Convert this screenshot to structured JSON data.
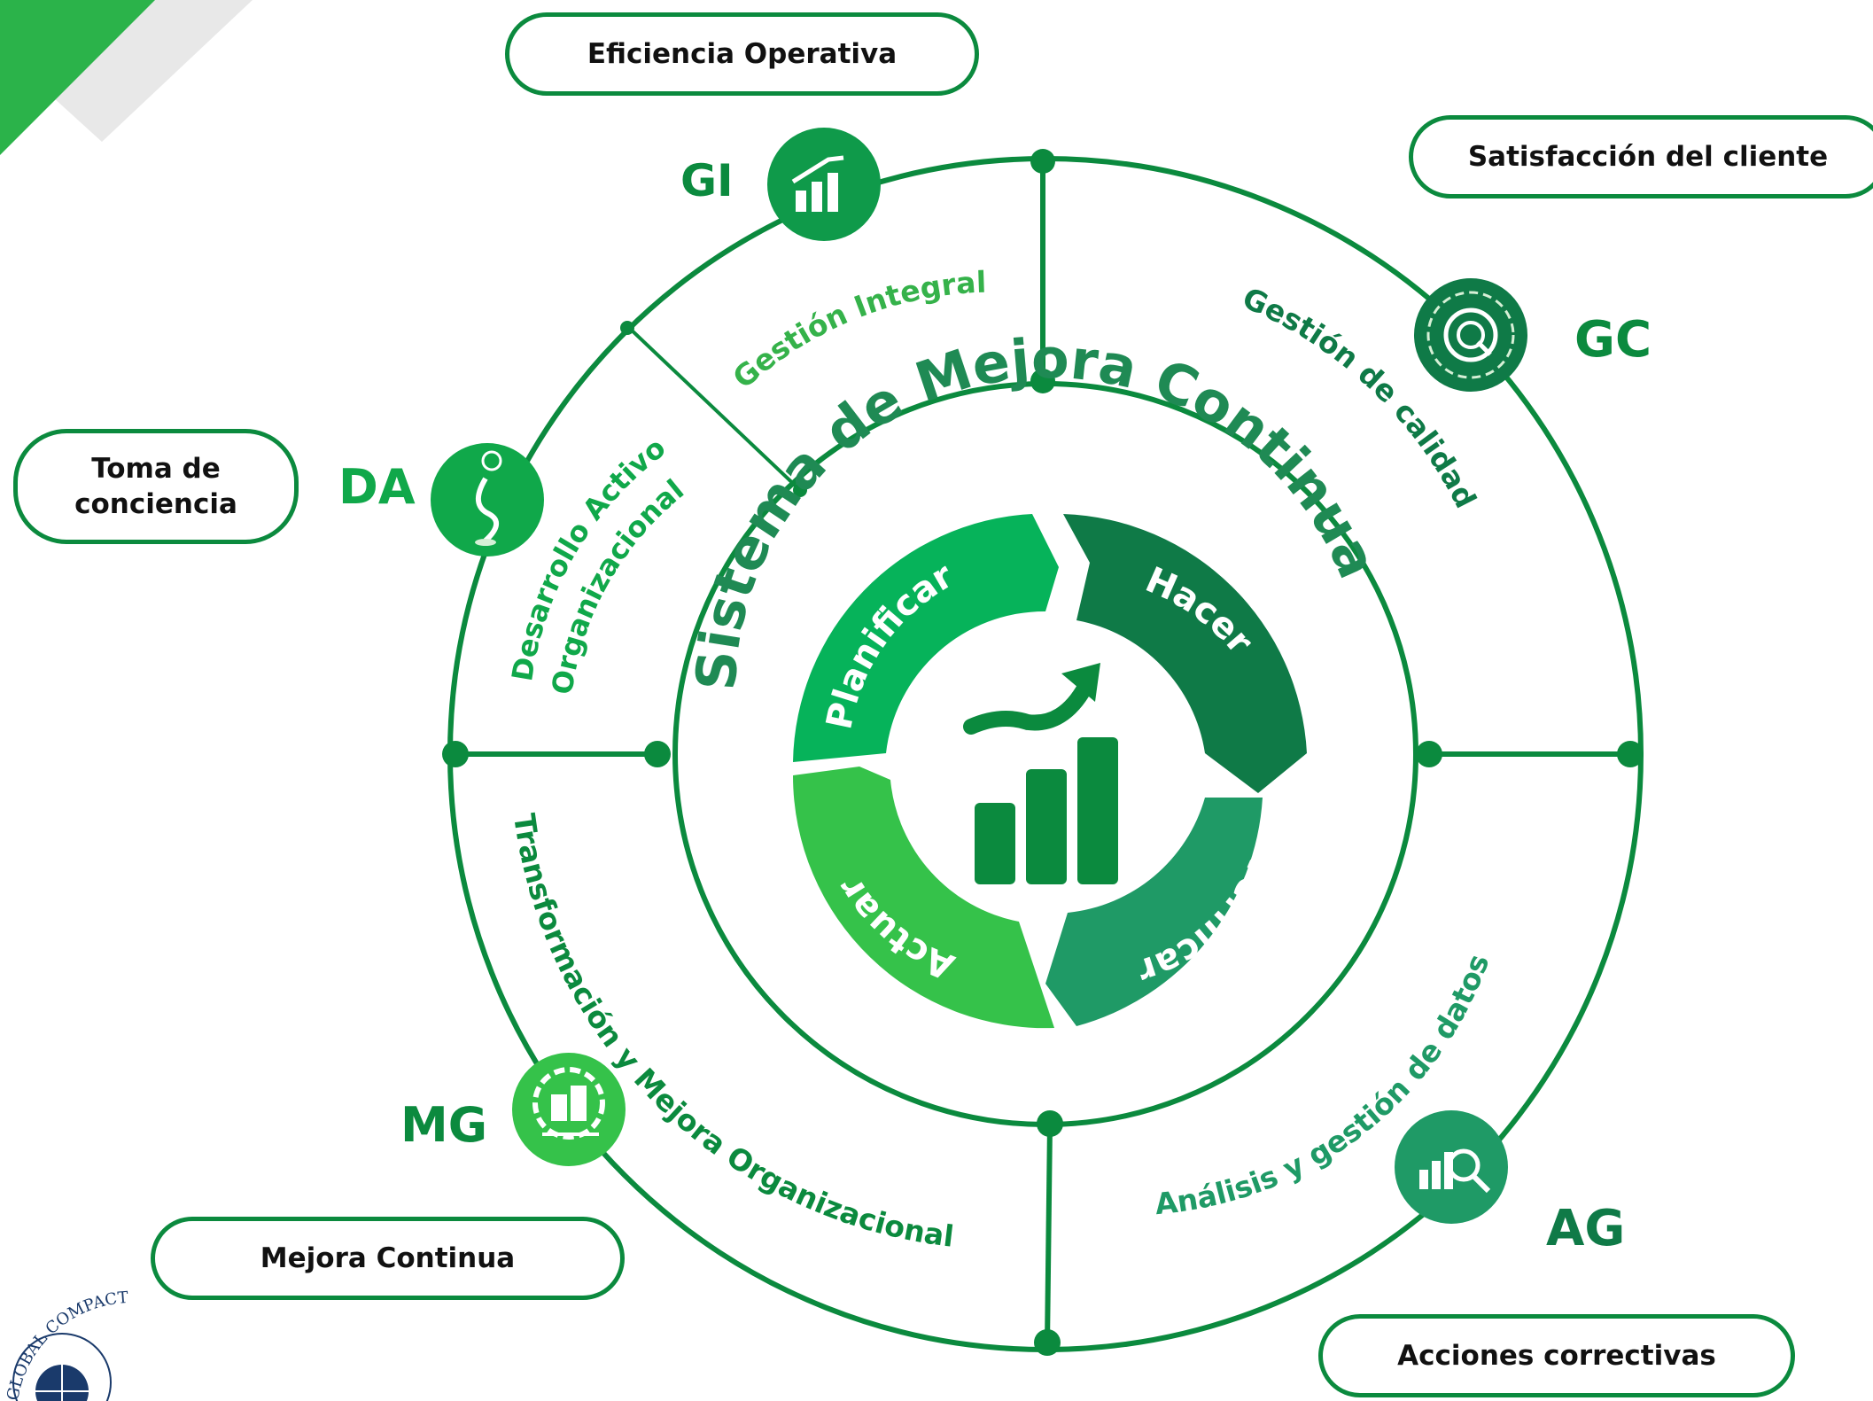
{
  "title": "Sistema de Mejora Continua",
  "cycle": {
    "planificar": "Planificar",
    "hacer": "Hacer",
    "verificar": "Verificar",
    "actuar": "Actuar"
  },
  "segments": {
    "gi": "Gestión Integral",
    "gc": "Gestión de calidad",
    "da_line1": "Desarrollo Activo",
    "da_line2": "Organizacional",
    "mg": "Transformación y Mejora Organizacional",
    "ag": "Análisis y gestión de datos"
  },
  "nodes": {
    "gi": "GI",
    "gc": "GC",
    "da": "DA",
    "mg": "MG",
    "ag": "AG"
  },
  "pills": {
    "eficiencia": "Eficiencia Operativa",
    "satisfaccion": "Satisfacción del cliente",
    "toma_line1": "Toma de",
    "toma_line2": "conciencia",
    "mejora": "Mejora Continua",
    "acciones": "Acciones correctivas"
  },
  "logo_text": "GLOBAL COMPACT",
  "colors": {
    "primary": "#0b8a3e",
    "dark": "#0f7a47",
    "bright": "#35c24a",
    "medium": "#06b35a",
    "teal": "#1f9a66",
    "gray": "#e8e8e8"
  }
}
